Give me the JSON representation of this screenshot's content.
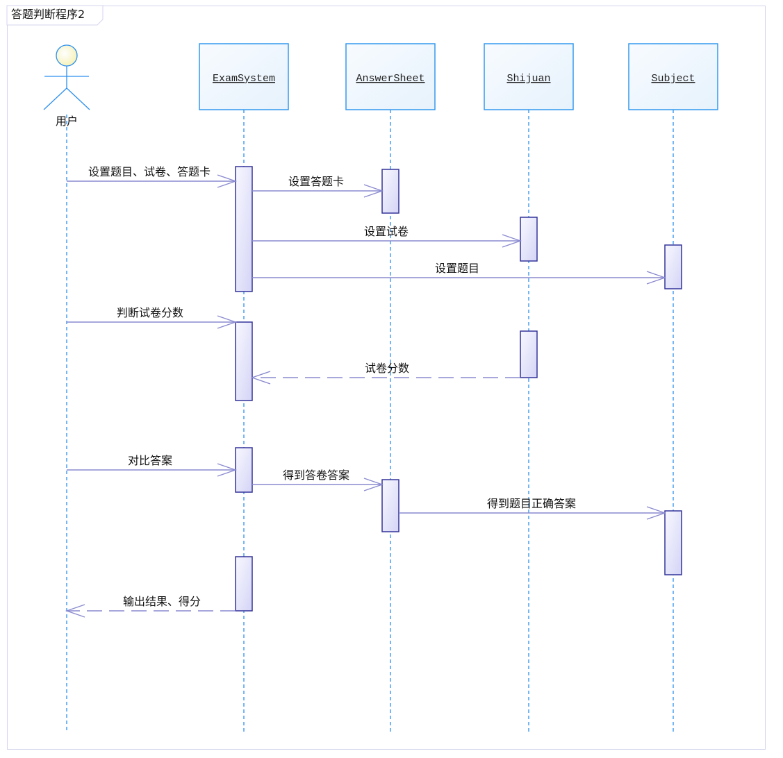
{
  "diagram": {
    "type": "uml-sequence",
    "frame_title": "答题判断程序2",
    "colors": {
      "lifeline": "#2b8ff0",
      "object_border": "#3399ee",
      "object_fill": "#eef6fd",
      "activation_border": "#33339a",
      "activation_fill": "#e4e4fa",
      "message": "#8a8ad0",
      "actor_head_fill": "#fffbd0",
      "frame_border": "#d4d4ee"
    },
    "participants": [
      {
        "id": "user",
        "kind": "actor",
        "label": "用户"
      },
      {
        "id": "exam",
        "kind": "object",
        "label": "ExamSystem"
      },
      {
        "id": "sheet",
        "kind": "object",
        "label": "AnswerSheet"
      },
      {
        "id": "shijuan",
        "kind": "object",
        "label": "Shijuan"
      },
      {
        "id": "subject",
        "kind": "object",
        "label": "Subject"
      }
    ],
    "messages": [
      {
        "from": "user",
        "to": "exam",
        "label": "设置题目、试卷、答题卡",
        "style": "sync"
      },
      {
        "from": "exam",
        "to": "sheet",
        "label": "设置答题卡",
        "style": "sync"
      },
      {
        "from": "exam",
        "to": "shijuan",
        "label": "设置试卷",
        "style": "sync"
      },
      {
        "from": "exam",
        "to": "subject",
        "label": "设置题目",
        "style": "sync"
      },
      {
        "from": "user",
        "to": "exam",
        "label": "判断试卷分数",
        "style": "sync"
      },
      {
        "from": "shijuan",
        "to": "exam",
        "label": "试卷分数",
        "style": "return"
      },
      {
        "from": "user",
        "to": "exam",
        "label": "对比答案",
        "style": "sync"
      },
      {
        "from": "exam",
        "to": "sheet",
        "label": "得到答卷答案",
        "style": "sync"
      },
      {
        "from": "sheet",
        "to": "subject",
        "label": "得到题目正确答案",
        "style": "sync"
      },
      {
        "from": "exam",
        "to": "user",
        "label": "输出结果、得分",
        "style": "return"
      }
    ]
  }
}
